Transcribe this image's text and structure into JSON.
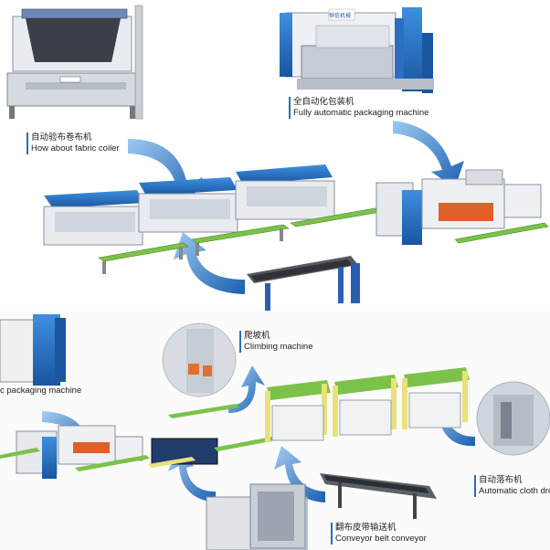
{
  "top": {
    "coiler": {
      "cn": "自动验布卷布机",
      "en": "How about fabric coiler"
    },
    "packager": {
      "cn": "全自动化包装机",
      "en": "Fully automatic packaging machine"
    },
    "packager_brand": "恒信机械"
  },
  "bottom": {
    "packager": {
      "en": "c packaging machine"
    },
    "climbing": {
      "cn": "爬坡机",
      "en": "Climbing machine"
    },
    "drop": {
      "cn": "自动落布机",
      "en": "Automatic cloth drop ma"
    },
    "conveyor": {
      "cn": "翻布皮带输送机",
      "en": "Conveyor belt conveyor"
    }
  },
  "colors": {
    "accent_blue": "#1f6fc0",
    "frame_grey": "#d9dde3",
    "belt_green": "#7cc24a",
    "rail_yellow": "#e9e27a"
  }
}
